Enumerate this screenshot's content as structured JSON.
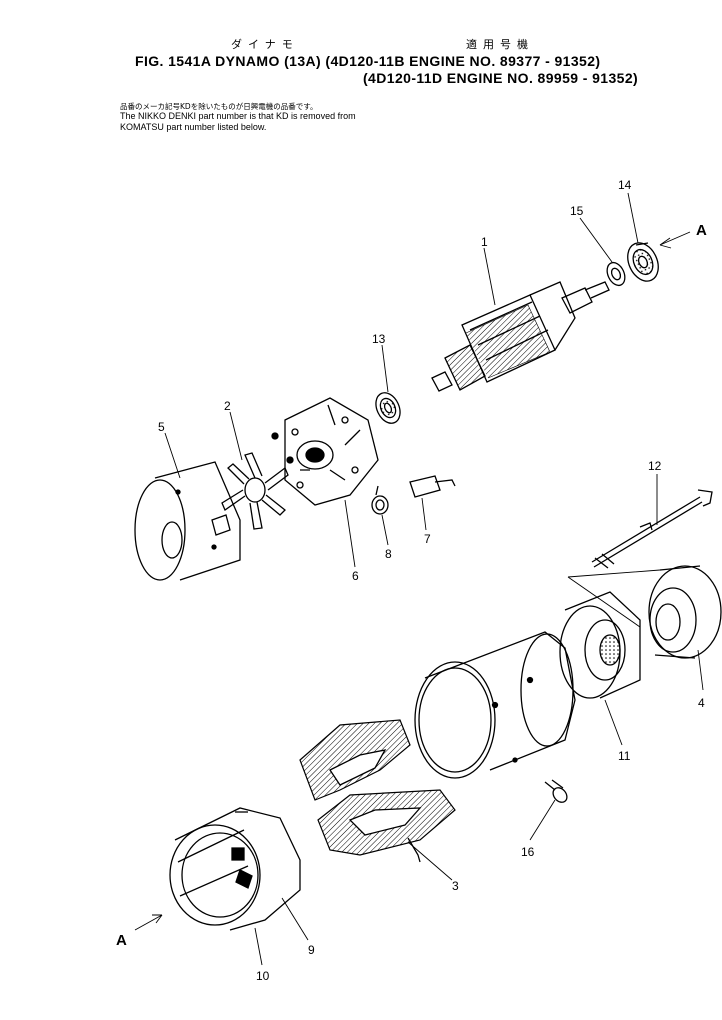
{
  "header": {
    "jp_name": "ダイナモ",
    "jp_applicable": "適用号機",
    "fig_label": "FIG. 1541A",
    "part_name": "DYNAMO",
    "rating": "(13A)",
    "engine_line_1": "(4D120-11B ENGINE NO. 89377 - 91352)",
    "engine_line_2": "(4D120-11D ENGINE NO. 89959 - 91352)"
  },
  "note": {
    "jp": "品番のメーカ記号KDを除いたものが日興電機の品番です。",
    "en_line_1": "The NIKKO DENKI part number is that KD is removed from",
    "en_line_2": "KOMATSU part number listed below."
  },
  "callouts": {
    "c1": "1",
    "c2": "2",
    "c3": "3",
    "c4": "4",
    "c5": "5",
    "c6": "6",
    "c7": "7",
    "c8": "8",
    "c9": "9",
    "c10": "10",
    "c11": "11",
    "c12": "12",
    "c13": "13",
    "c14": "14",
    "c15": "15",
    "c16": "16"
  },
  "view_marks": {
    "top": "A",
    "bottom": "A"
  }
}
